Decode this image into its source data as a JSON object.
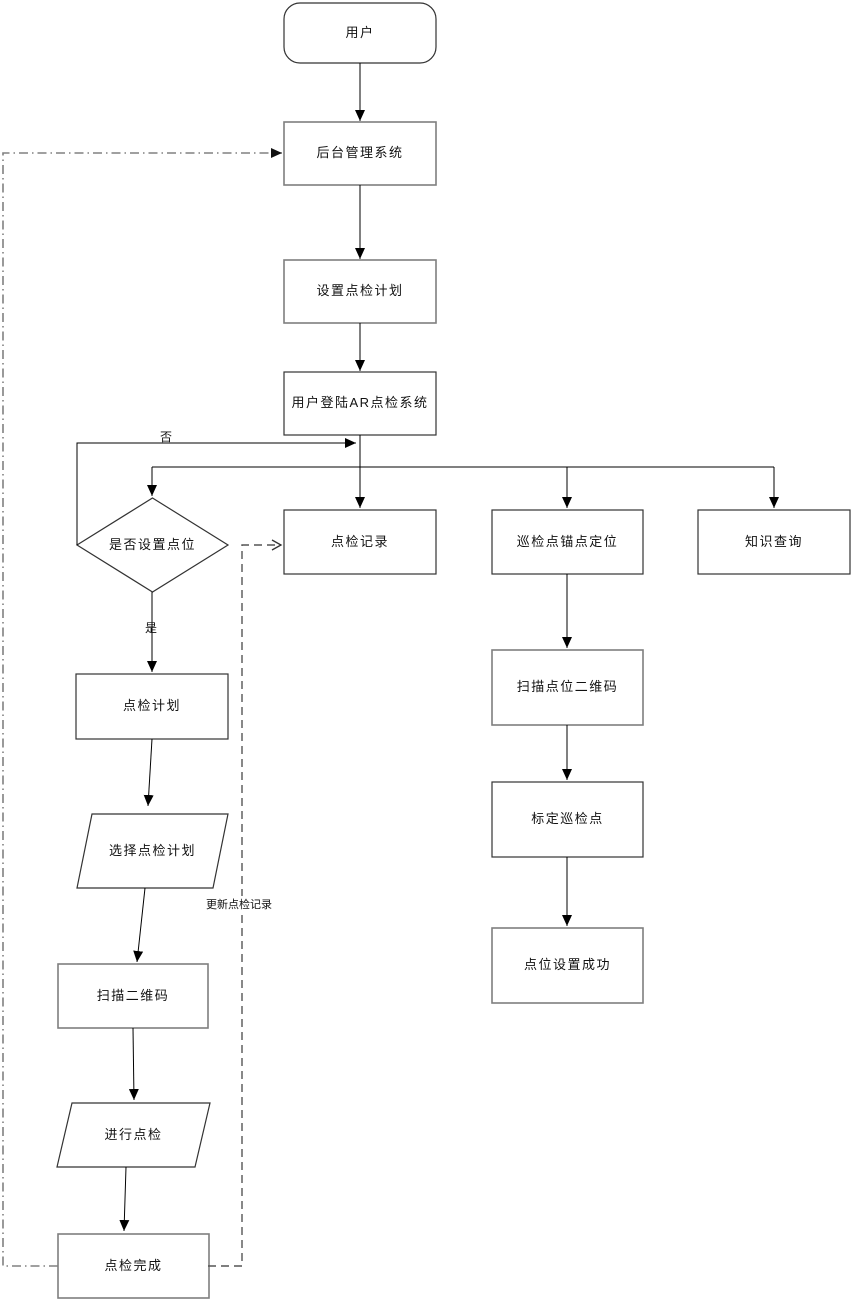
{
  "diagram": {
    "type": "flowchart",
    "language": "zh-CN",
    "background": "#ffffff",
    "colors": {
      "shape_fill": "#ffffff",
      "process_border": "#7f7f7f",
      "shape_border": "#333333",
      "connector": "#000000",
      "dashed_connector": "#555555",
      "dashdot_connector": "#808080",
      "text": "#111111"
    },
    "nodes": {
      "user": {
        "label": "用户",
        "type": "terminator"
      },
      "backend": {
        "label": "后台管理系统",
        "type": "process"
      },
      "set_plan": {
        "label": "设置点检计划",
        "type": "process"
      },
      "login": {
        "label": "用户登陆AR点检系统",
        "type": "process"
      },
      "decision": {
        "label": "是否设置点位",
        "type": "decision"
      },
      "records": {
        "label": "点检记录",
        "type": "process"
      },
      "anchor": {
        "label": "巡检点锚点定位",
        "type": "process"
      },
      "knowledge": {
        "label": "知识查询",
        "type": "process"
      },
      "scan_point_qr": {
        "label": "扫描点位二维码",
        "type": "process"
      },
      "calibrate": {
        "label": "标定巡检点",
        "type": "process"
      },
      "point_success": {
        "label": "点位设置成功",
        "type": "process"
      },
      "plan": {
        "label": "点检计划",
        "type": "process"
      },
      "select_plan": {
        "label": "选择点检计划",
        "type": "io"
      },
      "scan_qr": {
        "label": "扫描二维码",
        "type": "process"
      },
      "do_inspection": {
        "label": "进行点检",
        "type": "io"
      },
      "complete": {
        "label": "点检完成",
        "type": "process"
      }
    },
    "edge_labels": {
      "no": "否",
      "yes": "是",
      "update": "更新点检记录"
    },
    "edges": [
      {
        "from": "user",
        "to": "backend",
        "style": "solid"
      },
      {
        "from": "backend",
        "to": "set_plan",
        "style": "solid"
      },
      {
        "from": "set_plan",
        "to": "login",
        "style": "solid"
      },
      {
        "from": "login",
        "to": "records",
        "style": "solid"
      },
      {
        "from": "login",
        "to": "decision",
        "style": "solid"
      },
      {
        "from": "login",
        "to": "anchor",
        "style": "solid"
      },
      {
        "from": "login",
        "to": "knowledge",
        "style": "solid"
      },
      {
        "from": "decision",
        "to": "login",
        "label": "否",
        "style": "solid"
      },
      {
        "from": "decision",
        "to": "plan",
        "label": "是",
        "style": "solid"
      },
      {
        "from": "plan",
        "to": "select_plan",
        "style": "solid"
      },
      {
        "from": "select_plan",
        "to": "scan_qr",
        "style": "solid"
      },
      {
        "from": "scan_qr",
        "to": "do_inspection",
        "style": "solid"
      },
      {
        "from": "do_inspection",
        "to": "complete",
        "style": "solid"
      },
      {
        "from": "anchor",
        "to": "scan_point_qr",
        "style": "solid"
      },
      {
        "from": "scan_point_qr",
        "to": "calibrate",
        "style": "solid"
      },
      {
        "from": "calibrate",
        "to": "point_success",
        "style": "solid"
      },
      {
        "from": "complete",
        "to": "backend",
        "style": "dash-dot"
      },
      {
        "from": "complete",
        "to": "records",
        "label": "更新点检记录",
        "style": "dashed"
      }
    ]
  }
}
